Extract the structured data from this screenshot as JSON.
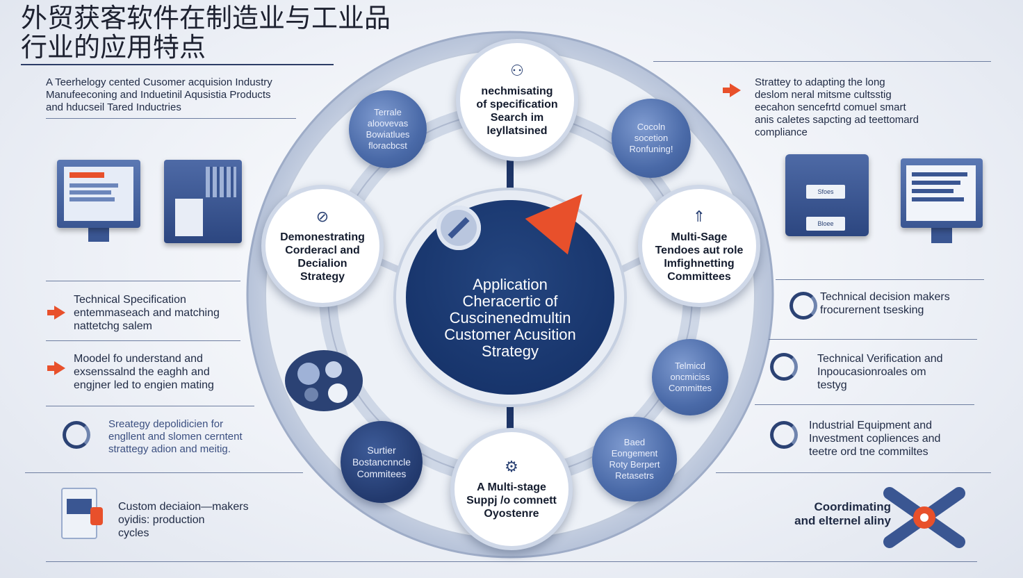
{
  "title": "外贸获客软件在制造业与工业品\n行业的应用特点",
  "left": {
    "intro": "A Teerhelogy cented Cusomer acquision Industry\nManufeeconing and Induetinil Aqusistia Products\nand hducseil Tared Inductries",
    "items": [
      "Technical Specification\nentemmaseach and matching\nnattetchg salem",
      "Moodel fo understand and\nexsenssalnd the eaghh and\nengjner led to engien mating",
      "Sreategy depolidicien for\nengllent and slomen cerntent\nstrattegy adion and meitig.",
      "Custom deciaion—makers\noyidis: production\ncycles"
    ]
  },
  "right": {
    "intro": "Strattey to adapting the long\ndeslom neral mitsme cultsstig\neecahon sencefrtd comuel smart\nanis caletes sapcting ad teettomard\ncompliance",
    "items": [
      "Technical decision makers\nfrocurernent tsesking",
      "Technical Verification and\nInpoucasionroales om\ntestyg",
      "Industrial Equipment and\nInvestment copliences and\nteetre ord tne commiltes",
      "Coordimating\nand elternel aliny"
    ],
    "screen_labels": [
      "Sfoes",
      "Bloee"
    ]
  },
  "center": {
    "label": "Application\nCheracertic of\nCuscinenedmultin\nCustomer Acusition\nStrategy"
  },
  "nodes": {
    "top": "nechmisating\nof specification\nSearch im\nleyllatsined",
    "left": "Demonestrating\nCorderacl and\nDecialion\nStrategy",
    "right": "Multi-Sage\nTendoes aut role\nImfighnetting\nCommittees",
    "bottom": "A Multi-stage\nSuppj /o comnett\nOyostenre",
    "ul": "Terrale\naloovevas\nBowiatlues\nfloracbcst",
    "ur": "Cocoln\nsocetion\nRonfuning!",
    "bl": "Surtier\nBostancnncle\nCommitees",
    "br": "Baed\nEongement\nRoty Berpert\nRetasetrs",
    "rm": "Telmicd\noncmiciss\nCommittes"
  },
  "colors": {
    "accent": "#e8502b",
    "navy": "#17346b",
    "mid_blue": "#4a6aa8"
  },
  "icons": [
    "person-icon",
    "rocket-icon",
    "shield-icon",
    "gear-icon",
    "monitor-icon",
    "server-icon"
  ]
}
